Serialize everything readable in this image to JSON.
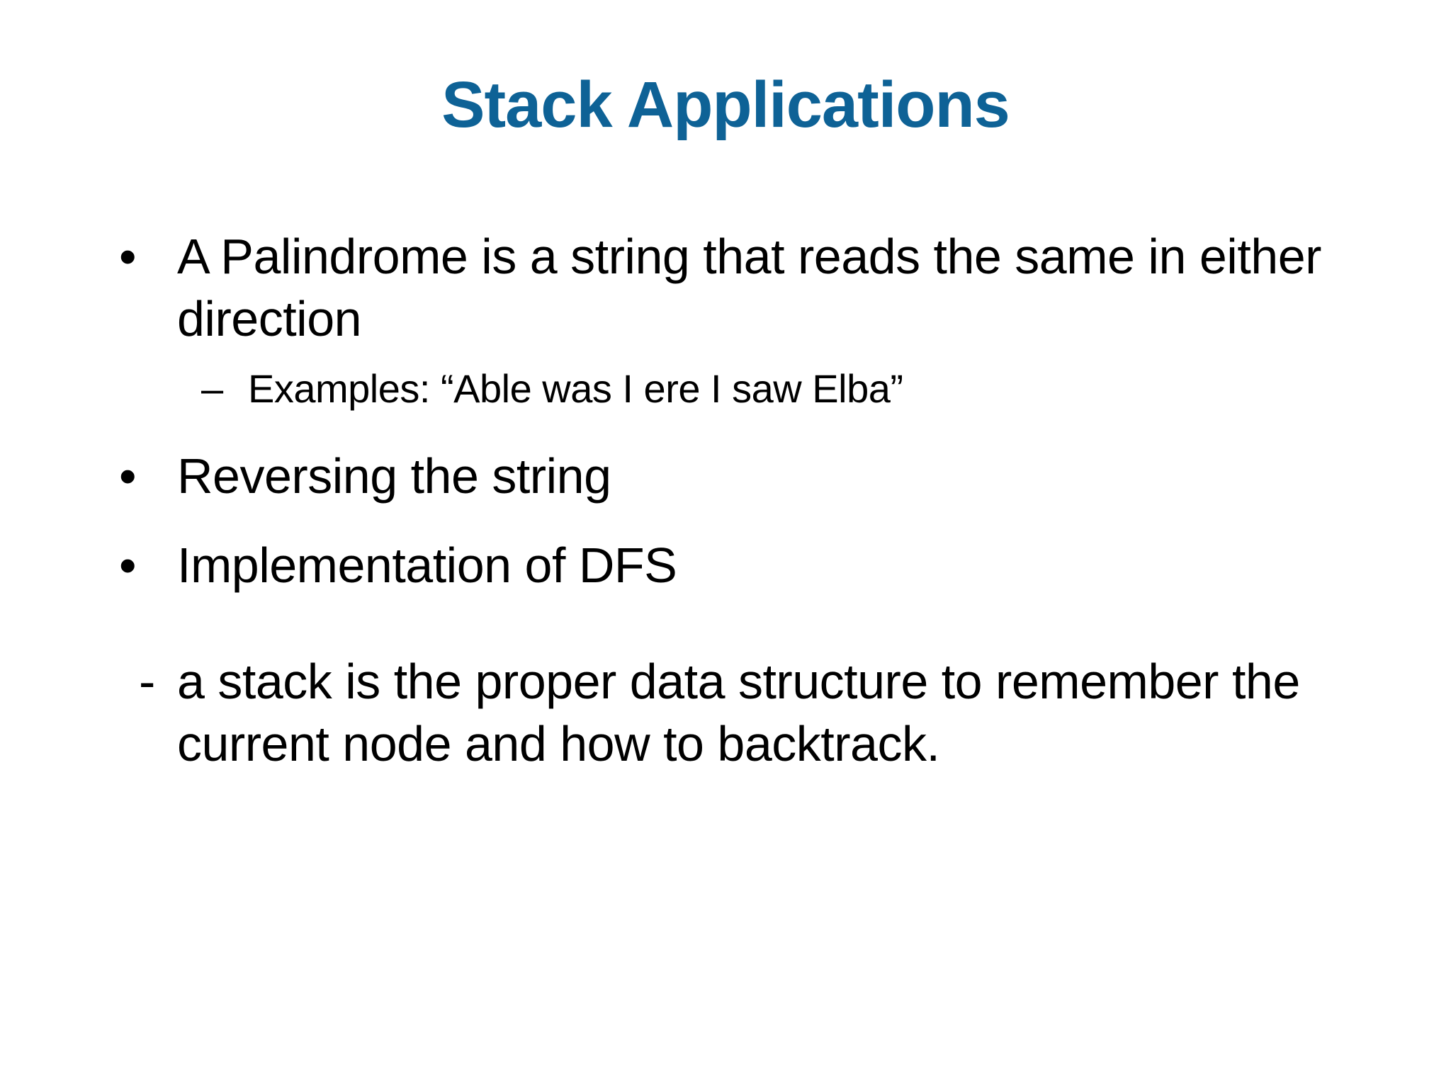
{
  "slide": {
    "title": "Stack Applications",
    "title_color": "#0E6296",
    "body_color": "#000000",
    "background_color": "#FFFFFF",
    "bullets": [
      {
        "level": 1,
        "marker": "•",
        "marker_name": "round-bullet",
        "text": "A Palindrome is a string that reads the same in either direction"
      },
      {
        "level": 2,
        "marker": "–",
        "marker_name": "en-dash-bullet",
        "text": "Examples: “Able was I ere I saw Elba”"
      },
      {
        "level": 1,
        "marker": "•",
        "marker_name": "round-bullet",
        "text": "Reversing the string"
      },
      {
        "level": 1,
        "marker": "•",
        "marker_name": "round-bullet",
        "text": "Implementation of DFS"
      },
      {
        "level": 1,
        "marker": "-",
        "marker_name": "hyphen-bullet",
        "text": "a stack is the proper data structure to remember the current node and how to backtrack."
      }
    ]
  }
}
